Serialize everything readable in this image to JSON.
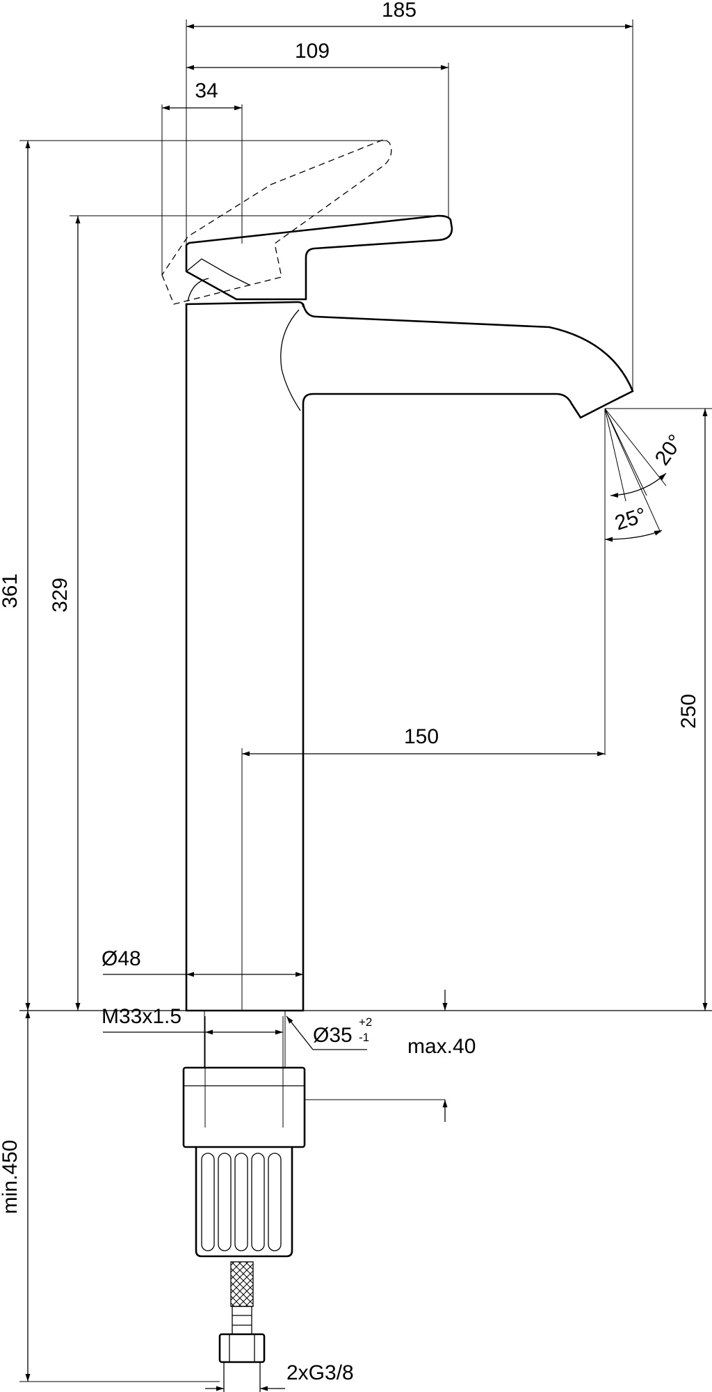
{
  "dimensions": {
    "overall_length": "185",
    "handle_length": "109",
    "handle_offset": "34",
    "total_height_lever_raised": "361",
    "total_height_lever_closed": "329",
    "spout_height": "250",
    "spout_reach": "150",
    "body_diameter": "Ø48",
    "thread": "M33x1.5",
    "hole_diameter": "Ø35",
    "hole_tolerance_upper": "+2",
    "hole_tolerance_lower": "-1",
    "max_deck_thickness": "max.40",
    "min_hose_length": "min.450",
    "connections": "2xG3/8",
    "spray_angle_inner": "20°",
    "spray_angle_outer": "25°"
  }
}
